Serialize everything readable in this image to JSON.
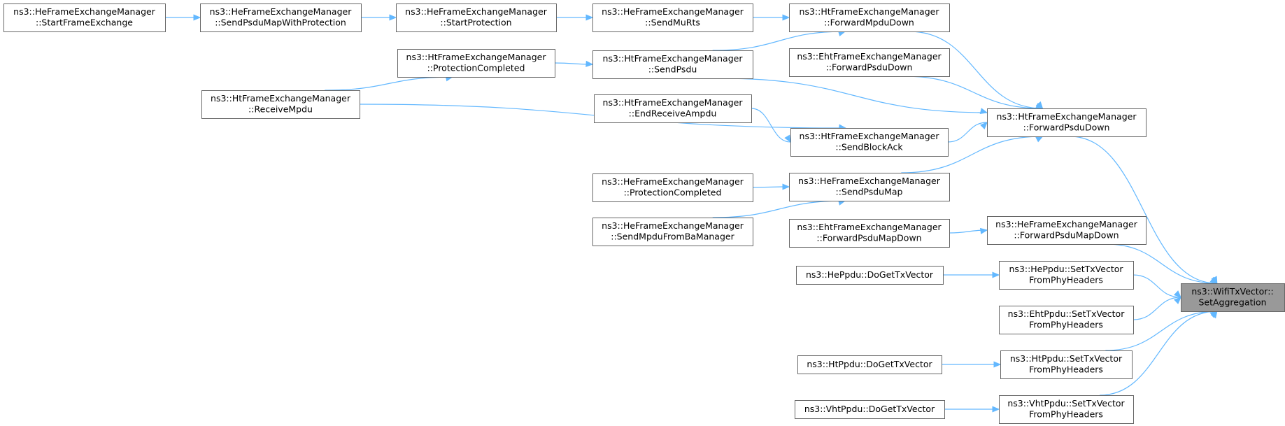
{
  "diagram": {
    "title": "",
    "colors": {
      "edge": "#63b8ff",
      "node_border": "#666666",
      "root_fill": "#999999",
      "node_fill": "#ffffff"
    },
    "nodes": [
      {
        "id": "root",
        "lines": [
          "ns3::WifiTxVector::",
          "SetAggregation"
        ],
        "highlight": true
      },
      {
        "id": "fpd",
        "lines": [
          "ns3::HtFrameExchangeManager",
          "::ForwardPsduDown"
        ]
      },
      {
        "id": "hfpmd",
        "lines": [
          "ns3::HeFrameExchangeManager",
          "::ForwardPsduMapDown"
        ]
      },
      {
        "id": "heset",
        "lines": [
          "ns3::HePpdu::SetTxVector",
          "FromPhyHeaders"
        ]
      },
      {
        "id": "ehtset",
        "lines": [
          "ns3::EhtPpdu::SetTxVector",
          "FromPhyHeaders"
        ]
      },
      {
        "id": "htset",
        "lines": [
          "ns3::HtPpdu::SetTxVector",
          "FromPhyHeaders"
        ]
      },
      {
        "id": "vhtset",
        "lines": [
          "ns3::VhtPpdu::SetTxVector",
          "FromPhyHeaders"
        ]
      },
      {
        "id": "fmd",
        "lines": [
          "ns3::HtFrameExchangeManager",
          "::ForwardMpduDown"
        ]
      },
      {
        "id": "efpd",
        "lines": [
          "ns3::EhtFrameExchangeManager",
          "::ForwardPsduDown"
        ]
      },
      {
        "id": "sba",
        "lines": [
          "ns3::HtFrameExchangeManager",
          "::SendBlockAck"
        ]
      },
      {
        "id": "spm",
        "lines": [
          "ns3::HeFrameExchangeManager",
          "::SendPsduMap"
        ]
      },
      {
        "id": "efpmd",
        "lines": [
          "ns3::EhtFrameExchangeManager",
          "::ForwardPsduMapDown"
        ]
      },
      {
        "id": "hedo",
        "lines": [
          "ns3::HePpdu::DoGetTxVector"
        ]
      },
      {
        "id": "htdo",
        "lines": [
          "ns3::HtPpdu::DoGetTxVector"
        ]
      },
      {
        "id": "vhtdo",
        "lines": [
          "ns3::VhtPpdu::DoGetTxVector"
        ]
      },
      {
        "id": "smr",
        "lines": [
          "ns3::HeFrameExchangeManager",
          "::SendMuRts"
        ]
      },
      {
        "id": "sp",
        "lines": [
          "ns3::HtFrameExchangeManager",
          "::SendPsdu"
        ]
      },
      {
        "id": "era",
        "lines": [
          "ns3::HtFrameExchangeManager",
          "::EndReceiveAmpdu"
        ]
      },
      {
        "id": "hepc",
        "lines": [
          "ns3::HeFrameExchangeManager",
          "::ProtectionCompleted"
        ]
      },
      {
        "id": "smfb",
        "lines": [
          "ns3::HeFrameExchangeManager",
          "::SendMpduFromBaManager"
        ]
      },
      {
        "id": "stp",
        "lines": [
          "ns3::HeFrameExchangeManager",
          "::StartProtection"
        ]
      },
      {
        "id": "htpc",
        "lines": [
          "ns3::HtFrameExchangeManager",
          "::ProtectionCompleted"
        ]
      },
      {
        "id": "rm",
        "lines": [
          "ns3::HtFrameExchangeManager",
          "::ReceiveMpdu"
        ]
      },
      {
        "id": "spmp",
        "lines": [
          "ns3::HeFrameExchangeManager",
          "::SendPsduMapWithProtection"
        ]
      },
      {
        "id": "sfe",
        "lines": [
          "ns3::HeFrameExchangeManager",
          "::StartFrameExchange"
        ]
      }
    ],
    "edges": [
      {
        "from": "fpd",
        "to": "root"
      },
      {
        "from": "hfpmd",
        "to": "root"
      },
      {
        "from": "heset",
        "to": "root"
      },
      {
        "from": "ehtset",
        "to": "root"
      },
      {
        "from": "htset",
        "to": "root"
      },
      {
        "from": "vhtset",
        "to": "root"
      },
      {
        "from": "fmd",
        "to": "fpd"
      },
      {
        "from": "sp",
        "to": "fpd"
      },
      {
        "from": "efpd",
        "to": "fpd"
      },
      {
        "from": "sba",
        "to": "fpd"
      },
      {
        "from": "spm",
        "to": "fpd"
      },
      {
        "from": "efpmd",
        "to": "hfpmd"
      },
      {
        "from": "hedo",
        "to": "heset"
      },
      {
        "from": "htdo",
        "to": "htset"
      },
      {
        "from": "vhtdo",
        "to": "vhtset"
      },
      {
        "from": "smr",
        "to": "fmd"
      },
      {
        "from": "sp",
        "to": "fmd"
      },
      {
        "from": "era",
        "to": "sba"
      },
      {
        "from": "rm",
        "to": "sba"
      },
      {
        "from": "hepc",
        "to": "spm"
      },
      {
        "from": "smfb",
        "to": "spm"
      },
      {
        "from": "stp",
        "to": "smr"
      },
      {
        "from": "htpc",
        "to": "sp"
      },
      {
        "from": "spmp",
        "to": "stp"
      },
      {
        "from": "rm",
        "to": "htpc"
      },
      {
        "from": "sfe",
        "to": "spmp"
      }
    ]
  }
}
